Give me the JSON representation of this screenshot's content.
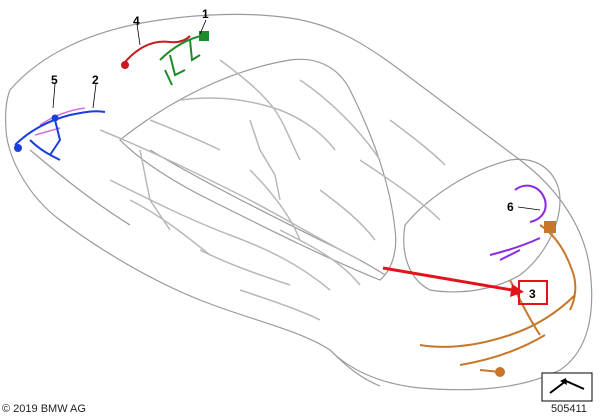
{
  "diagram": {
    "callouts": [
      "1",
      "2",
      "3",
      "4",
      "5",
      "6"
    ],
    "copyright": "© 2019 BMW AG",
    "figure_number": "505411",
    "colors": {
      "outline": "#9a9a9a",
      "harness_gray": "#b8b8b8",
      "harness_1": "#1f8a2a",
      "harness_2": "#1a3de0",
      "harness_3": "#c8772a",
      "harness_4": "#c8181e",
      "harness_5": "#d36fd6",
      "harness_6": "#8a2be2",
      "highlight": "#e4131b"
    },
    "icons": [
      "navigation-arrow-icon"
    ]
  }
}
